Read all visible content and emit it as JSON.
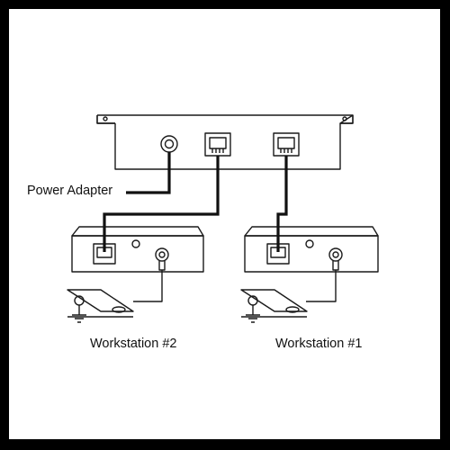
{
  "labels": {
    "power_adapter": "Power Adapter",
    "workstation_2": "Workstation #2",
    "workstation_1": "Workstation #1"
  },
  "colors": {
    "background": "#000000",
    "panel": "#ffffff",
    "outline": "#1a1a1a",
    "cable": "#111111"
  }
}
